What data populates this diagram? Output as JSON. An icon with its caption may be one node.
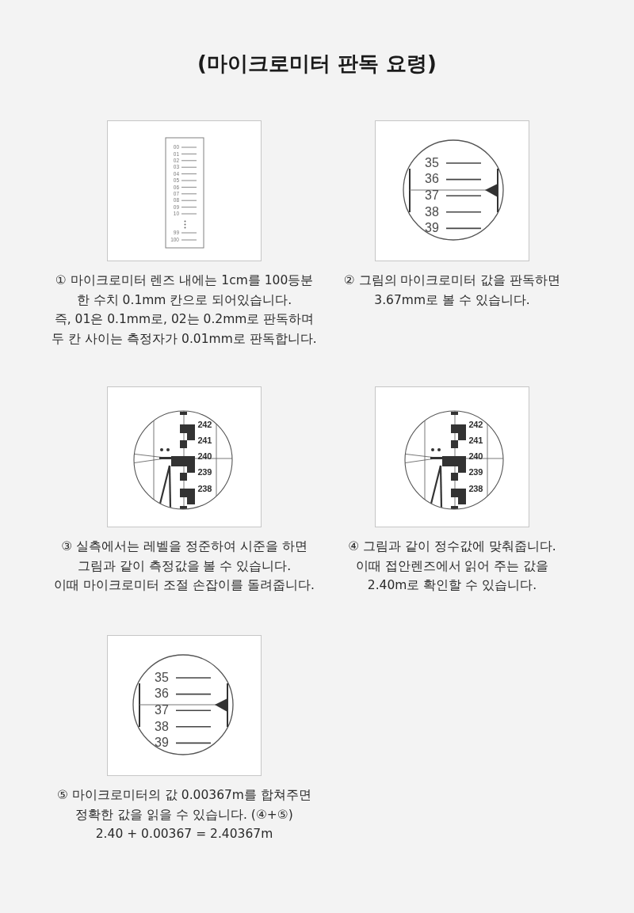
{
  "diagram": {
    "title": "(마이크로미터 판독 요령)",
    "nodes": [
      {
        "text": [
          "00",
          "01",
          "02",
          "03",
          "04",
          "05",
          "06",
          "07",
          "08",
          "09",
          "10",
          "99",
          "100"
        ],
        "beside": [
          "① 마이크로미터 렌즈 내에는 1cm를 100등분 한 수치 0.1mm 칸으로 되어있습니다.",
          "즉, 01은 0.1mm로, 02는 0.2mm로 판독하며 두 칸 사이는 측정자가 0.01mm로 판독합니다."
        ]
      },
      {
        "text": [
          "35",
          "36",
          "37",
          "38",
          "39"
        ],
        "beside": [
          "② 그림의 마이크로미터 값을 판독하면 3.67mm로 볼 수 있습니다."
        ]
      },
      {
        "text": [
          "242",
          "241",
          "240",
          "239",
          "238"
        ],
        "beside": [
          "③ 실측에서는 레벨을 정준하여 시준을 하면 그림과 같이 측정값을 볼 수 있습니다.",
          "이때 마이크로미터 조절 손잡이를 돌려줍니다."
        ]
      },
      {
        "text": [
          "242",
          "241",
          "240",
          "239",
          "238"
        ],
        "beside": [
          "④ 그림과 같이 정수값에 맞춰줍니다.",
          "이때 접안렌즈에서 읽어 주는 값을 2.40m로 확인할 수 있습니다."
        ]
      },
      {
        "text": [
          "35",
          "36",
          "37",
          "38",
          "39"
        ],
        "beside": [
          "⑤ 마이크로미터의 값 0.00367m를 합쳐주면 정확한 값을 읽을 수 있습니다. (④+⑤)",
          "2.40 + 0.00367 = 2.40367m"
        ]
      }
    ]
  }
}
